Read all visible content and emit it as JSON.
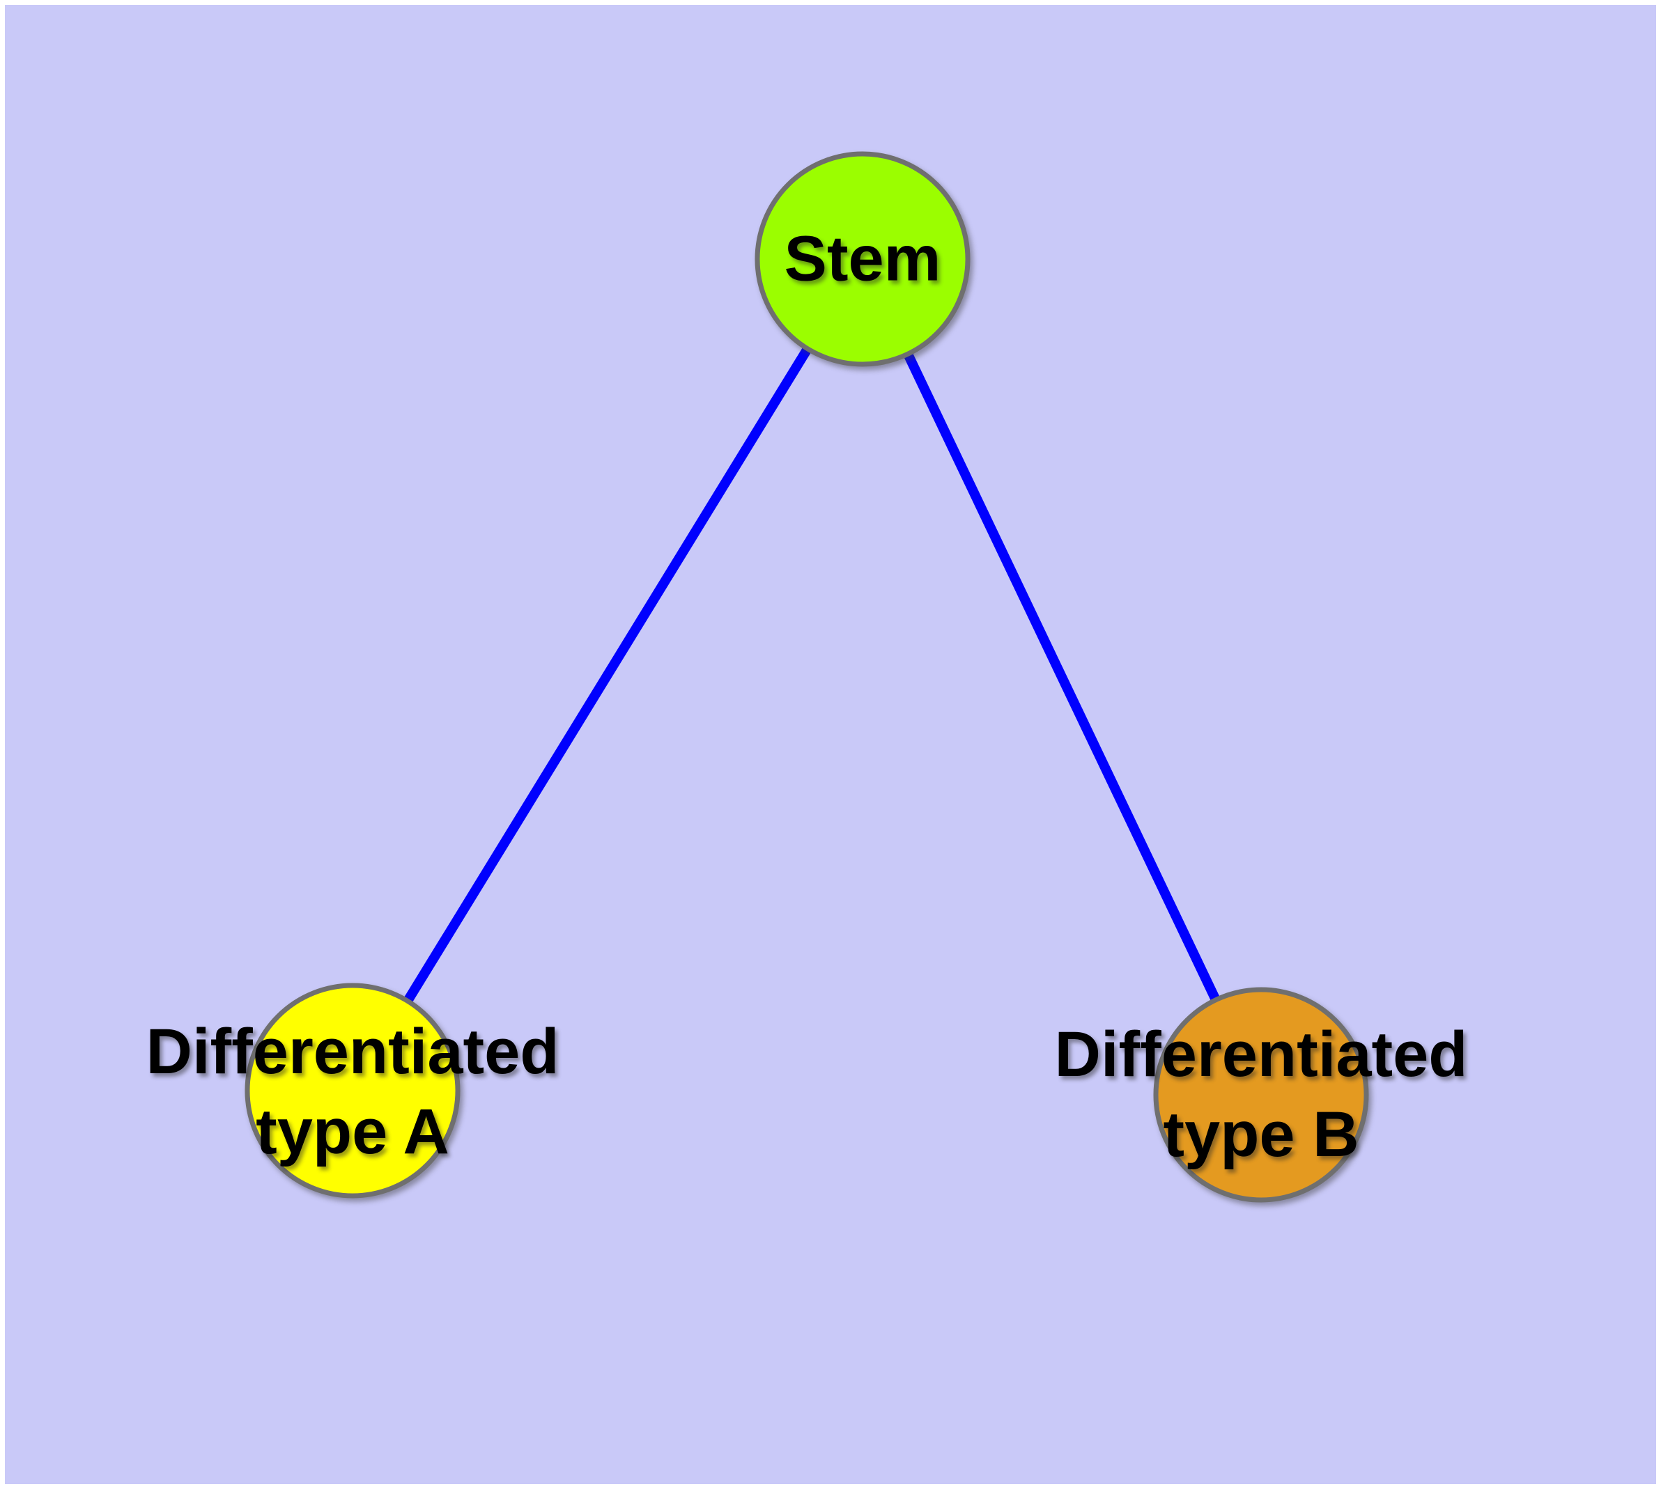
{
  "diagram": {
    "type": "node-link-graph",
    "background_color": "#C9C9F8",
    "frame_color": "#FFFFFF",
    "edge_color": "#0000FE",
    "node_border_color": "#6F6F6F",
    "text_color": "#000000",
    "nodes": [
      {
        "id": "stem",
        "label": "Stem",
        "fill": "#9BFE00"
      },
      {
        "id": "differentiated-type-a",
        "label_line1": "Differentiated",
        "label_line2": "type A",
        "fill": "#FFFF00"
      },
      {
        "id": "differentiated-type-b",
        "label_line1": "Differentiated",
        "label_line2": "type B",
        "fill": "#E49A20"
      }
    ],
    "edges": [
      {
        "from": "Stem",
        "to": "Differentiated type A"
      },
      {
        "from": "Stem",
        "to": "Differentiated type B"
      }
    ]
  }
}
